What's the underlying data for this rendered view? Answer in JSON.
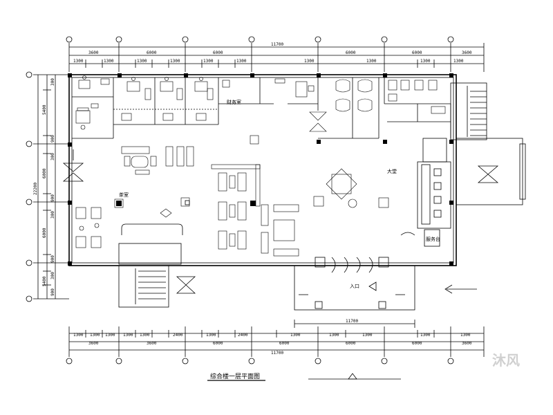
{
  "drawing": {
    "title": "综合楼一层平面图",
    "watermark": "沐风",
    "colors": {
      "line": "#000000",
      "paper": "#ffffff",
      "watermark": "#d0d0d0"
    }
  },
  "dimensions": {
    "top_overall": "11700",
    "top_segments": [
      "3600",
      "6000",
      "6000",
      "6000",
      "6000",
      "3600"
    ],
    "top_sub_segments": [
      "1300",
      "1300",
      "1300",
      "1300",
      "1300",
      "1300",
      "1300",
      "1300",
      "1300",
      "1300"
    ],
    "bottom_overall": "11700",
    "bottom_segments": [
      "3600",
      "3600",
      "6000",
      "6000",
      "6000",
      "6000",
      "3600"
    ],
    "bottom_sub_segments": [
      "1300",
      "1300",
      "1300",
      "1300",
      "1300",
      "2400",
      "1300",
      "2400",
      "1300",
      "1300",
      "1300",
      "1300",
      "1300"
    ],
    "entrance_width": "11700",
    "left_overall": "22200",
    "left_segments": [
      "5400",
      "6000",
      "6000",
      "5400"
    ],
    "left_sub_segments": [
      "300",
      "900",
      "300",
      "900",
      "300",
      "900",
      "300",
      "900"
    ]
  },
  "labels": {
    "reception": "服务台",
    "office_label": "财务室",
    "lounge_label": "茶室",
    "entrance_arrow": "入口",
    "lobby_label": "大堂"
  }
}
